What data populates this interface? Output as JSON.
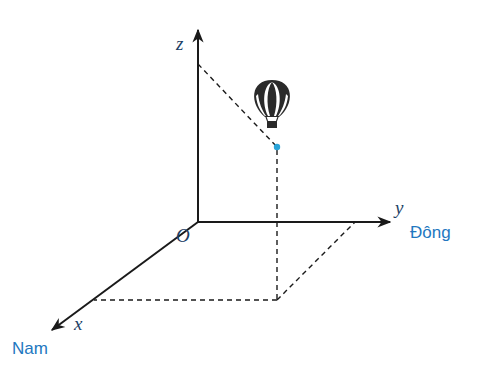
{
  "diagram": {
    "labels": [
      "z",
      "O",
      "y",
      "Đông",
      "x",
      "Nam"
    ]
  }
}
